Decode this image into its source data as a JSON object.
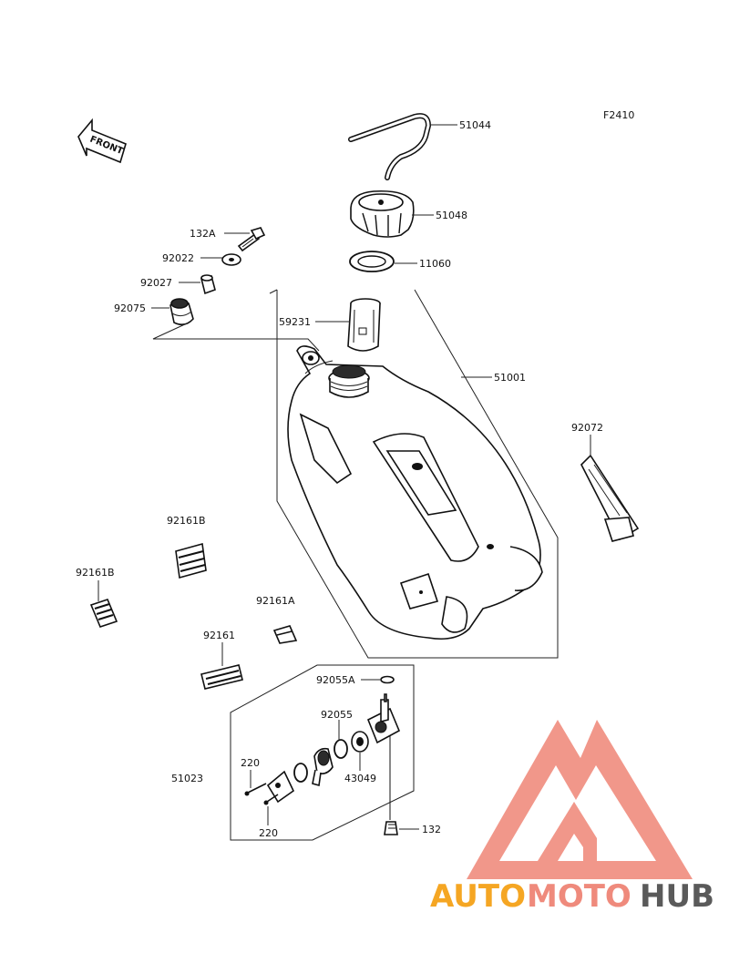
{
  "figure_code": "F2410",
  "front_arrow_text": "FRONT",
  "labels": {
    "p51044": "51044",
    "p51048": "51048",
    "p11060": "11060",
    "p59231": "59231",
    "p51001": "51001",
    "p132A": "132A",
    "p92022": "92022",
    "p92027": "92027",
    "p92075": "92075",
    "p92072": "92072",
    "p92161B_a": "92161B",
    "p92161B_b": "92161B",
    "p92161A": "92161A",
    "p92161": "92161",
    "p92055A": "92055A",
    "p92055": "92055",
    "p43049": "43049",
    "p51023": "51023",
    "p220_a": "220",
    "p220_b": "220",
    "p132": "132"
  },
  "watermark": {
    "auto": "AUTO",
    "moto": "MOTO",
    "hub": "HUB",
    "colors": {
      "auto": "#f5a623",
      "moto": "#ef8a7c",
      "hub": "#5a5a5a",
      "logo": "#f08c7e"
    }
  }
}
